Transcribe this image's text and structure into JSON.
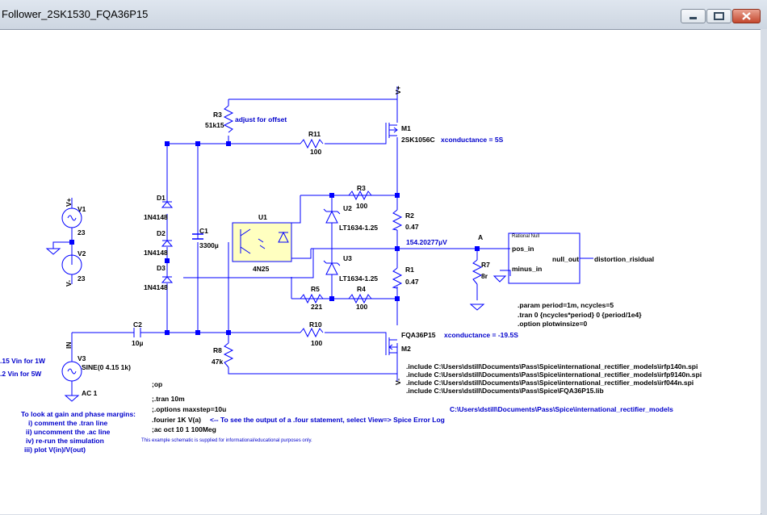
{
  "window": {
    "title": "Follower_2SK1530_FQA36P15"
  },
  "components": {
    "R3a": {
      "name": "R3",
      "value": "51k15",
      "note": "adjust for offset"
    },
    "R11": {
      "name": "R11",
      "value": "100"
    },
    "M1": {
      "name": "M1",
      "model": "2SK1056C",
      "note": "xconductance = 5S"
    },
    "V1": {
      "name": "V1",
      "value": "23"
    },
    "V2": {
      "name": "V2",
      "value": "23"
    },
    "D1": {
      "name": "D1",
      "model": "1N4148"
    },
    "D2": {
      "name": "D2",
      "model": "1N4148"
    },
    "D3": {
      "name": "D3",
      "model": "1N4148"
    },
    "C1": {
      "name": "C1",
      "value": "3300µ"
    },
    "U1": {
      "name": "U1",
      "model": "4N25"
    },
    "R3b": {
      "name": "R3",
      "value": "100"
    },
    "U2": {
      "name": "U2",
      "model": "LT1634-1.25"
    },
    "U3": {
      "name": "U3",
      "model": "LT1634-1.25"
    },
    "R2": {
      "name": "R2",
      "value": "0.47"
    },
    "R1": {
      "name": "R1",
      "value": "0.47"
    },
    "R5": {
      "name": "R5",
      "value": "221"
    },
    "R4": {
      "name": "R4",
      "value": "100"
    },
    "R7": {
      "name": "R7",
      "value": "8r"
    },
    "C2": {
      "name": "C2",
      "value": "10µ"
    },
    "R10": {
      "name": "R10",
      "value": "100"
    },
    "M2": {
      "name": "M2",
      "model": "FQA36P15",
      "note": "xconductance = -19.5S"
    },
    "R8": {
      "name": "R8",
      "value": "47k"
    },
    "V3": {
      "name": "V3",
      "value": "SINE(0 4.15 1k)",
      "ac": "AC 1"
    },
    "null": {
      "header": "Rational Null",
      "pos": "pos_in",
      "minus": "minus_in",
      "out": "null_out"
    }
  },
  "nets": {
    "vplus": "V+",
    "vminus": "V-",
    "in": "IN",
    "a": "A",
    "measure": "154.20277µV",
    "distortion": "distortion_risidual"
  },
  "notes": {
    "in_a": ".15 Vin for 1W",
    "in_b": ".2 Vin for 5W",
    "params": [
      ".param period=1m, ncycles=5",
      ".tran 0 {ncycles*period} 0 {period/1e4}",
      ".option plotwinsize=0"
    ],
    "includes": [
      ".include C:\\Users\\dstill\\Documents\\Pass\\Spice\\international_rectifier_models\\irfp140n.spi",
      ".include C:\\Users\\dstill\\Documents\\Pass\\Spice\\international_rectifier_models\\irfp9140n.spi",
      ".include C:\\Users\\dstill\\Documents\\Pass\\Spice\\international_rectifier_models\\irf044n.spi",
      ".include C:\\Users\\dstill\\Documents\\Pass\\Spice\\FQA36P15.lib"
    ],
    "path": "C:\\Users\\dstill\\Documents\\Pass\\Spice\\international_rectifier_models",
    "op": ";op",
    "tran": ";.tran 10m",
    "options": ";.options maxstep=10u",
    "fourier": ".fourier 1K V(a)",
    "fourier_hint": "<-- To see the output of a .four statement, select View=> Spice Error Log",
    "ac": ";ac oct 10 1 100Meg",
    "disclaimer": "This example schematic is supplied for informational/educational purposes only.",
    "instructions": [
      "To look at gain and phase margins:",
      "i) comment the .tran line",
      "ii) uncomment the .ac line",
      "iv) re-run the simulation",
      "iii) plot V(in)/V(out)"
    ]
  }
}
